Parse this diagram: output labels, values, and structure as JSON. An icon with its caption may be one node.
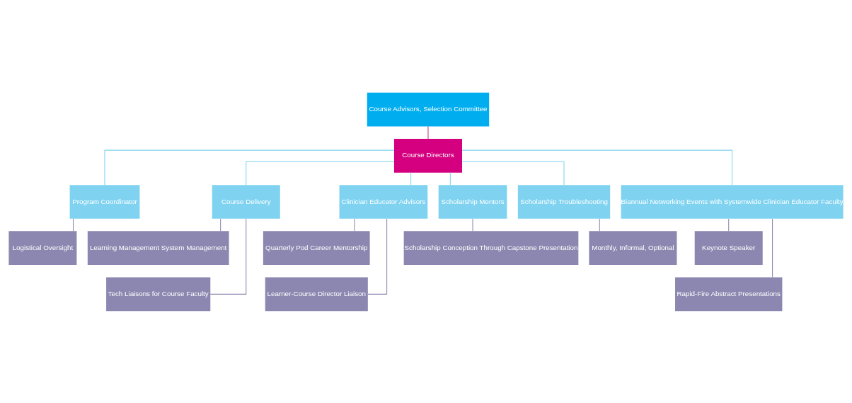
{
  "diagram": {
    "nodes": [
      {
        "text": [
          "Course Advisors, Selection Committee"
        ]
      },
      {
        "text": [
          "Course Directors"
        ]
      },
      {
        "text": [
          "Program Coordinator"
        ]
      },
      {
        "text": [
          "Course Delivery"
        ]
      },
      {
        "text": [
          "Clinician Educator Advisors"
        ]
      },
      {
        "text": [
          "Scholarship Mentors"
        ]
      },
      {
        "text": [
          "Scholarship Troubleshooting"
        ]
      },
      {
        "text": [
          "Biannual Networking Events with Systemwide Clinician Educator Faculty"
        ]
      },
      {
        "text": [
          "Logistical Oversight"
        ]
      },
      {
        "text": [
          "Learning Management System Management"
        ]
      },
      {
        "text": [
          "Tech Liaisons for Course Faculty"
        ]
      },
      {
        "text": [
          "Quarterly Pod Career Mentorship"
        ]
      },
      {
        "text": [
          "Learner-Course Director Liaison"
        ]
      },
      {
        "text": [
          "Scholarship Conception Through Capstone Presentation"
        ]
      },
      {
        "text": [
          "Monthly, Informal, Optional"
        ]
      },
      {
        "text": [
          "Keynote Speaker"
        ]
      },
      {
        "text": [
          "Rapid-Fire Abstract Presentations"
        ]
      }
    ],
    "edges": [
      {
        "from": 0,
        "to": 1,
        "arrow": "none",
        "color": "#c2378a"
      },
      {
        "from": 1,
        "to": 2,
        "arrow": "none",
        "color": "#7fd3f0"
      },
      {
        "from": 1,
        "to": 3,
        "arrow": "none",
        "color": "#7fd3f0"
      },
      {
        "from": 1,
        "to": 4,
        "arrow": "none",
        "color": "#7fd3f0"
      },
      {
        "from": 1,
        "to": 5,
        "arrow": "none",
        "color": "#7fd3f0"
      },
      {
        "from": 1,
        "to": 6,
        "arrow": "none",
        "color": "#7fd3f0"
      },
      {
        "from": 1,
        "to": 7,
        "arrow": "none",
        "color": "#7fd3f0"
      },
      {
        "from": 2,
        "to": 8,
        "arrow": "none"
      },
      {
        "from": 3,
        "to": 9,
        "arrow": "none"
      },
      {
        "from": 3,
        "to": 10,
        "arrow": "none"
      },
      {
        "from": 4,
        "to": 11,
        "arrow": "none"
      },
      {
        "from": 4,
        "to": 12,
        "arrow": "none"
      },
      {
        "from": 5,
        "to": 13,
        "arrow": "none"
      },
      {
        "from": 6,
        "to": 14,
        "arrow": "none"
      },
      {
        "from": 7,
        "to": 15,
        "arrow": "none"
      },
      {
        "from": 7,
        "to": 16,
        "arrow": "none"
      }
    ]
  }
}
